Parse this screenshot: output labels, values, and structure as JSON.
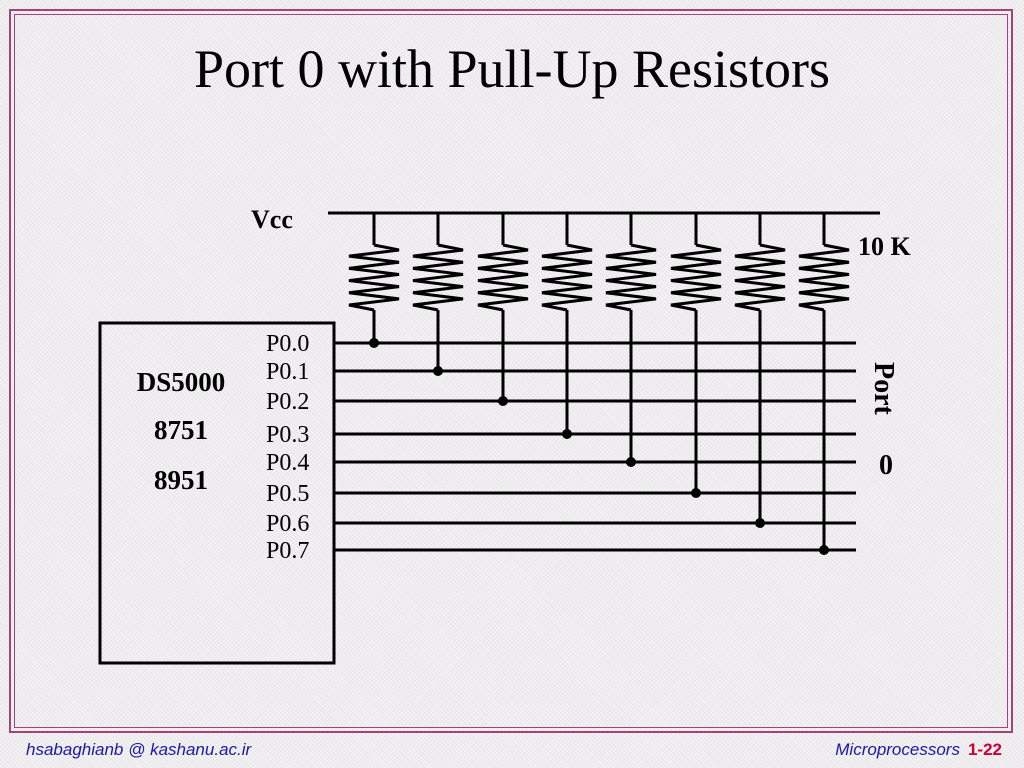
{
  "slide": {
    "title": "Port 0 with Pull-Up Resistors"
  },
  "diagram": {
    "supply_label": "Vcc",
    "resistor_value": "10 K",
    "chip_labels": [
      "DS5000",
      "8751",
      "8951"
    ],
    "pins": [
      "P0.0",
      "P0.1",
      "P0.2",
      "P0.3",
      "P0.4",
      "P0.5",
      "P0.6",
      "P0.7"
    ],
    "port_label_line1": "Port",
    "port_label_line2": "0"
  },
  "footer": {
    "author": "hsabaghianb @ kashanu.ac.ir",
    "course": "Microprocessors",
    "page": "1-22"
  },
  "colors": {
    "frame": "#a0457a",
    "footer_text": "#1a1aa0",
    "page_number": "#cc0033"
  }
}
